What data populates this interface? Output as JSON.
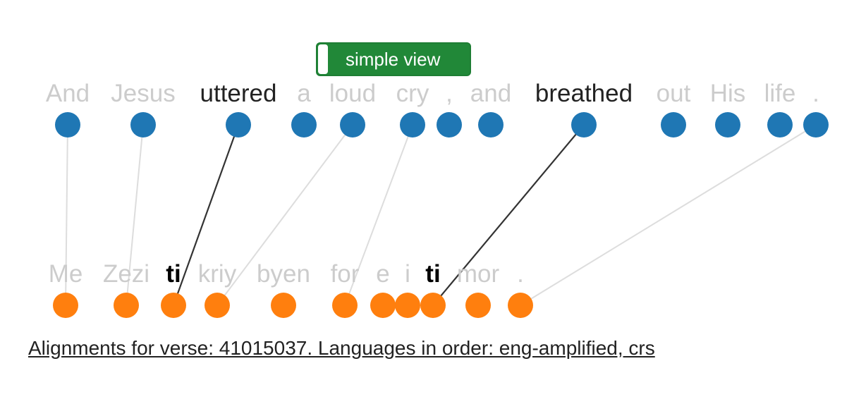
{
  "toggle": {
    "label": "simple view"
  },
  "colors": {
    "source_node": "#1f77b4",
    "target_node": "#ff7f0e",
    "aligned_link": "#333333",
    "faint_link": "#dddddd",
    "highlight_text": "#222222",
    "dim_text": "#cccccc"
  },
  "source_tokens": [
    {
      "text": "And",
      "highlight": false
    },
    {
      "text": "Jesus",
      "highlight": false
    },
    {
      "text": "uttered",
      "highlight": true
    },
    {
      "text": "a",
      "highlight": false
    },
    {
      "text": "loud",
      "highlight": false
    },
    {
      "text": "cry",
      "highlight": false
    },
    {
      "text": ",",
      "highlight": false
    },
    {
      "text": "and",
      "highlight": false
    },
    {
      "text": "breathed",
      "highlight": true
    },
    {
      "text": "out",
      "highlight": false
    },
    {
      "text": "His",
      "highlight": false
    },
    {
      "text": "life",
      "highlight": false
    },
    {
      "text": ".",
      "highlight": false
    }
  ],
  "target_tokens": [
    {
      "text": "Me",
      "highlight": false
    },
    {
      "text": "Zezi",
      "highlight": false
    },
    {
      "text": "ti",
      "highlight": true
    },
    {
      "text": "kriy",
      "highlight": false
    },
    {
      "text": "byen",
      "highlight": false
    },
    {
      "text": "for",
      "highlight": false
    },
    {
      "text": "e",
      "highlight": false
    },
    {
      "text": "i",
      "highlight": false
    },
    {
      "text": "ti",
      "highlight": true
    },
    {
      "text": "mor",
      "highlight": false
    },
    {
      "text": ".",
      "highlight": false
    }
  ],
  "alignments": [
    {
      "source": 0,
      "target": 0,
      "highlight": false
    },
    {
      "source": 1,
      "target": 1,
      "highlight": false
    },
    {
      "source": 2,
      "target": 2,
      "highlight": true
    },
    {
      "source": 4,
      "target": 3,
      "highlight": false
    },
    {
      "source": 5,
      "target": 5,
      "highlight": false
    },
    {
      "source": 8,
      "target": 8,
      "highlight": true
    },
    {
      "source": 12,
      "target": 10,
      "highlight": false
    }
  ],
  "caption": "Alignments for verse: 41015037. Languages in order: eng-amplified, crs"
}
